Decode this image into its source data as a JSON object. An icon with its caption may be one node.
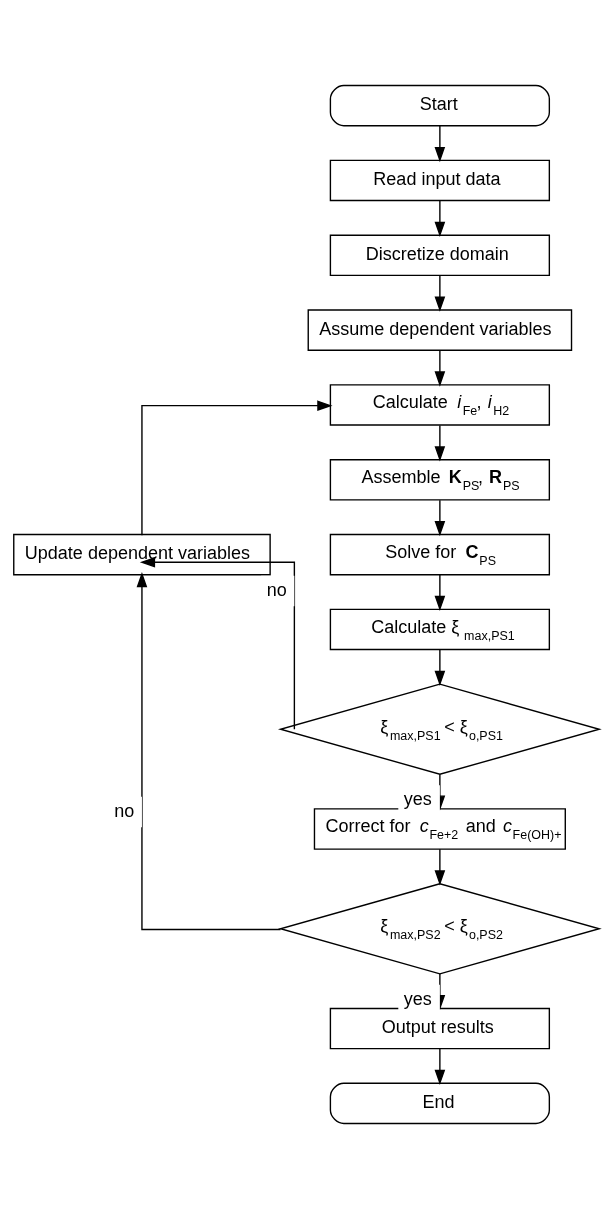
{
  "diagram": {
    "nodes": [
      {
        "text": [
          "Start"
        ]
      },
      {
        "text": [
          "Read input data"
        ]
      },
      {
        "text": [
          "Discretize domain"
        ]
      },
      {
        "text": [
          "Assume dependent variables"
        ]
      },
      {
        "text": [
          "Calculate *i*$_{Fe}$, *i*$_{H2}$"
        ]
      },
      {
        "text": [
          "Assemble **K**$_{PS}$, **R**$_{PS}$"
        ]
      },
      {
        "text": [
          "Solve for **C**$_{PS}$"
        ]
      },
      {
        "text": [
          "Calculate ξ$_{max,PS1}$"
        ]
      },
      {
        "text": [
          "ξ$_{max,PS1}$ < ξ$_{o,PS1}$"
        ]
      },
      {
        "text": [
          "Correct for *c*$_{Fe+2}$ and *c*$_{Fe(OH)+}$"
        ]
      },
      {
        "text": [
          "ξ$_{max,PS2}$ < ξ$_{o,PS2}$"
        ]
      },
      {
        "text": [
          "Output results"
        ]
      },
      {
        "text": [
          "End"
        ]
      },
      {
        "text": [
          "Update dependent variables"
        ]
      }
    ],
    "edges": [
      {
        "from": 0,
        "to": 1,
        "arrow": "to"
      },
      {
        "from": 1,
        "to": 2,
        "arrow": "to"
      },
      {
        "from": 2,
        "to": 3,
        "arrow": "to"
      },
      {
        "from": 3,
        "to": 4,
        "arrow": "to"
      },
      {
        "from": 4,
        "to": 5,
        "arrow": "to"
      },
      {
        "from": 5,
        "to": 6,
        "arrow": "to"
      },
      {
        "from": 6,
        "to": 7,
        "arrow": "to"
      },
      {
        "from": 7,
        "to": 8,
        "arrow": "to"
      },
      {
        "from": 8,
        "to": 13,
        "arrow": "to",
        "label": "no"
      },
      {
        "from": 8,
        "to": 9,
        "arrow": "to",
        "label": "yes"
      },
      {
        "from": 9,
        "to": 10,
        "arrow": "to"
      },
      {
        "from": 10,
        "to": 13,
        "arrow": "to",
        "label": "no"
      },
      {
        "from": 10,
        "to": 11,
        "arrow": "to",
        "label": "yes"
      },
      {
        "from": 11,
        "to": 12,
        "arrow": "to"
      },
      {
        "from": 13,
        "to": 4,
        "arrow": "to"
      }
    ]
  }
}
